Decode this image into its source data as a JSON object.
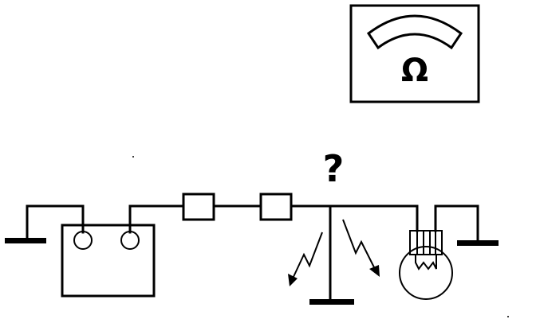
{
  "meter": {
    "symbol": "Ω"
  },
  "fault": {
    "mark": "?"
  },
  "colors": {
    "line": "#000000",
    "background": "#ffffff"
  },
  "components": [
    "ground-left",
    "battery",
    "battery-terminal-negative",
    "battery-terminal-positive",
    "fuse-1",
    "fuse-2",
    "short-to-ground-branch",
    "spark-arrow-left",
    "spark-arrow-right",
    "ground-center",
    "lamp",
    "ground-right",
    "ohmmeter"
  ]
}
